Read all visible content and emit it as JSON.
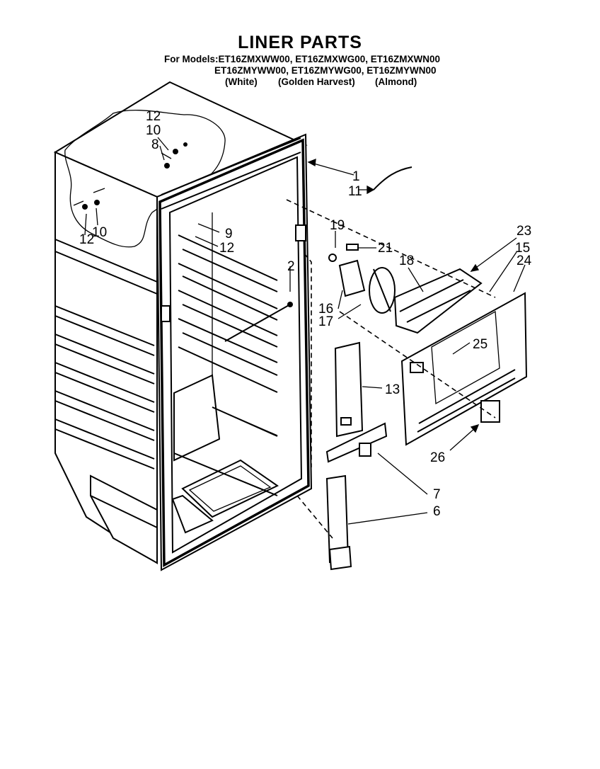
{
  "title": "LINER PARTS",
  "models": {
    "line1": "For Models:ET16ZMXWW00, ET16ZMXWG00, ET16ZMXWN00",
    "line2": "ET16ZMYWW00, ET16ZMYWG00, ET16ZMYWN00",
    "colors": [
      "(White)",
      "(Golden Harvest)",
      "(Almond)"
    ]
  },
  "callouts": [
    "1",
    "2",
    "6",
    "7",
    "8",
    "9",
    "10",
    "10",
    "11",
    "12",
    "12",
    "12",
    "13",
    "15",
    "16",
    "17",
    "18",
    "19",
    "21",
    "23",
    "24",
    "25",
    "26"
  ]
}
